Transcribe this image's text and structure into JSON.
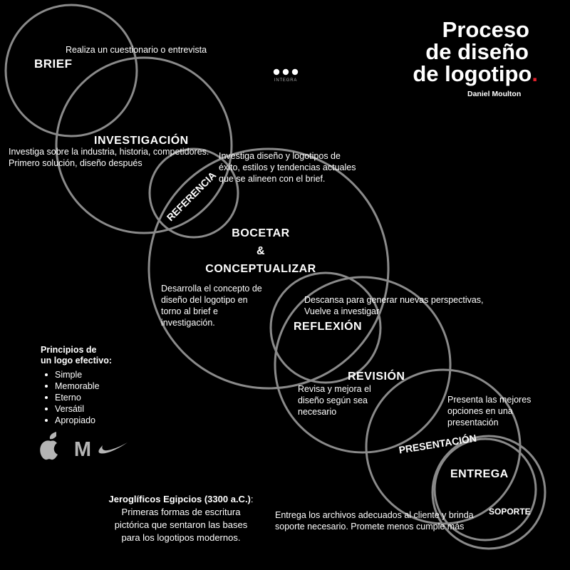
{
  "header": {
    "title_lines": [
      "Proceso",
      "de diseño",
      "de logotipo"
    ],
    "title_dot": ".",
    "author": "Daniel Moulton",
    "logo_label": "INTEGRA",
    "accent_color": "#e0202a"
  },
  "stages": {
    "brief": {
      "label": "BRIEF",
      "desc": "Realiza un cuestionario o entrevista"
    },
    "investigacion": {
      "label": "INVESTIGACIÓN",
      "desc_lines": [
        "Investiga sobre la industria,  historia, competidores.",
        "Primero solución, diseño después"
      ]
    },
    "referencia": {
      "label": "REFERENCIA",
      "desc_lines": [
        "Investiga diseño y logotipos de",
        "éxito, estilos y tendencias actuales",
        "que se alineen con el brief."
      ]
    },
    "bocetar": {
      "label_lines": [
        "BOCETAR",
        "&",
        "CONCEPTUALIZAR"
      ],
      "desc_lines": [
        "Desarrolla el concepto de",
        "diseño del logotipo en",
        "torno al brief e",
        "investigación."
      ]
    },
    "reflexion": {
      "label": "REFLEXIÓN",
      "desc_lines": [
        "Descansa para generar nuevas perspectivas,",
        "Vuelve a investigar"
      ]
    },
    "revision": {
      "label": "REVISIÓN",
      "desc_lines": [
        "Revisa y mejora el",
        "diseño según sea",
        "necesario"
      ]
    },
    "presentacion": {
      "label": "PRESENTACIÓN",
      "desc_lines": [
        "Presenta las mejores",
        "opciones en una",
        "presentación"
      ]
    },
    "entrega": {
      "label": "ENTREGA",
      "desc_lines": [
        "Entrega los archivos adecuados al cliente y brinda",
        "soporte necesario. Promete menos cumple más"
      ]
    },
    "soporte": {
      "label": "SOPORTE"
    }
  },
  "principles": {
    "title_lines": [
      "Principios de",
      "un logo efectivo:"
    ],
    "items": [
      "Simple",
      "Memorable",
      "Eterno",
      "Versátil",
      "Apropiado"
    ]
  },
  "brand_icons": [
    "apple-logo-icon",
    "mcdonalds-logo-icon",
    "nike-swoosh-icon"
  ],
  "brand_icon_text": {
    "mcdonalds": "M"
  },
  "hieroglyphs": {
    "title": "Jeroglíficos Egipcios (3300 a.C.)",
    "title_suffix": ":",
    "lines": [
      "Primeras formas de escritura",
      "pictórica que sentaron las bases",
      "para los logotipos modernos."
    ]
  },
  "colors": {
    "background": "#000000",
    "circle_stroke": "#8a8a8a",
    "text": "#ffffff",
    "icon_gray": "#b5b5b5"
  }
}
